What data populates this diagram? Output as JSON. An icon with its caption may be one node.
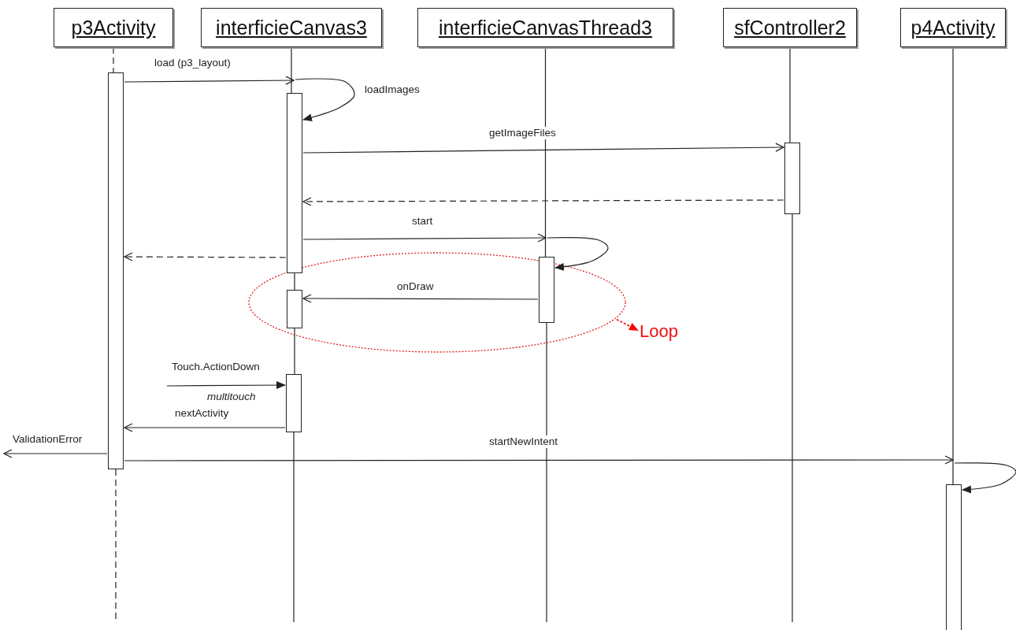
{
  "diagram": {
    "nodes": [
      {
        "text": [
          "p3Activity"
        ]
      },
      {
        "text": [
          "interficieCanvas3"
        ]
      },
      {
        "text": [
          "interficieCanvasThread3"
        ]
      },
      {
        "text": [
          "sfController2"
        ]
      },
      {
        "text": [
          "p4Activity"
        ]
      },
      {
        "text": [],
        "shape": "bar"
      },
      {
        "text": [],
        "shape": "bar"
      },
      {
        "text": [],
        "shape": "bar"
      },
      {
        "text": [],
        "shape": "ellipse"
      },
      {
        "text": [],
        "shape": "bar",
        "in": 8
      },
      {
        "text": [],
        "shape": "bar",
        "in": 8
      },
      {
        "text": [],
        "shape": "bar"
      },
      {
        "text": [],
        "shape": "bar"
      },
      {
        "text": [
          "Loop"
        ]
      }
    ],
    "edges": [
      {
        "from": 5,
        "to": 6,
        "arrow": "to",
        "label": "load (p3_layout)"
      },
      {
        "from": 6,
        "to": 6,
        "arrow": "to",
        "label": "loadImages"
      },
      {
        "from": 6,
        "to": 7,
        "arrow": "to",
        "label": "getImageFiles"
      },
      {
        "from": 7,
        "to": 6,
        "arrow": "to",
        "style": "dashed"
      },
      {
        "from": 6,
        "to": 9,
        "arrow": "to",
        "label": "start"
      },
      {
        "from": 9,
        "to": 9,
        "arrow": "to"
      },
      {
        "from": 6,
        "to": 5,
        "arrow": "to",
        "style": "dashed"
      },
      {
        "from": 9,
        "to": 10,
        "arrow": "to",
        "label": "onDraw"
      },
      {
        "from": null,
        "to": 11,
        "arrow": "to",
        "label": "Touch.ActionDown"
      },
      {
        "from": 11,
        "to": 5,
        "arrow": "to",
        "label": "nextActivity"
      },
      {
        "from": 5,
        "to": null,
        "arrow": "to",
        "label": "ValidationError"
      },
      {
        "from": 5,
        "to": 12,
        "arrow": "to",
        "label": "startNewIntent"
      },
      {
        "from": 12,
        "to": 12,
        "arrow": "to"
      },
      {
        "from": 8,
        "to": 13,
        "arrow": "to",
        "style": "dashed",
        "color": "#ff0000"
      },
      {
        "from": 0,
        "to": 5,
        "arrow": "none",
        "style": "dashed"
      },
      {
        "from": 5,
        "to": null,
        "arrow": "none",
        "style": "dashed"
      },
      {
        "from": 1,
        "to": 6,
        "arrow": "none"
      },
      {
        "from": 6,
        "to": 10,
        "arrow": "none"
      },
      {
        "from": 10,
        "to": 11,
        "arrow": "none"
      },
      {
        "from": 11,
        "to": null,
        "arrow": "none"
      },
      {
        "from": 2,
        "to": 9,
        "arrow": "none"
      },
      {
        "from": 9,
        "to": null,
        "arrow": "none"
      },
      {
        "from": 3,
        "to": 7,
        "arrow": "none"
      },
      {
        "from": 7,
        "to": null,
        "arrow": "none"
      },
      {
        "from": 4,
        "to": 12,
        "arrow": "none"
      }
    ],
    "labels": [
      "multitouch"
    ]
  }
}
